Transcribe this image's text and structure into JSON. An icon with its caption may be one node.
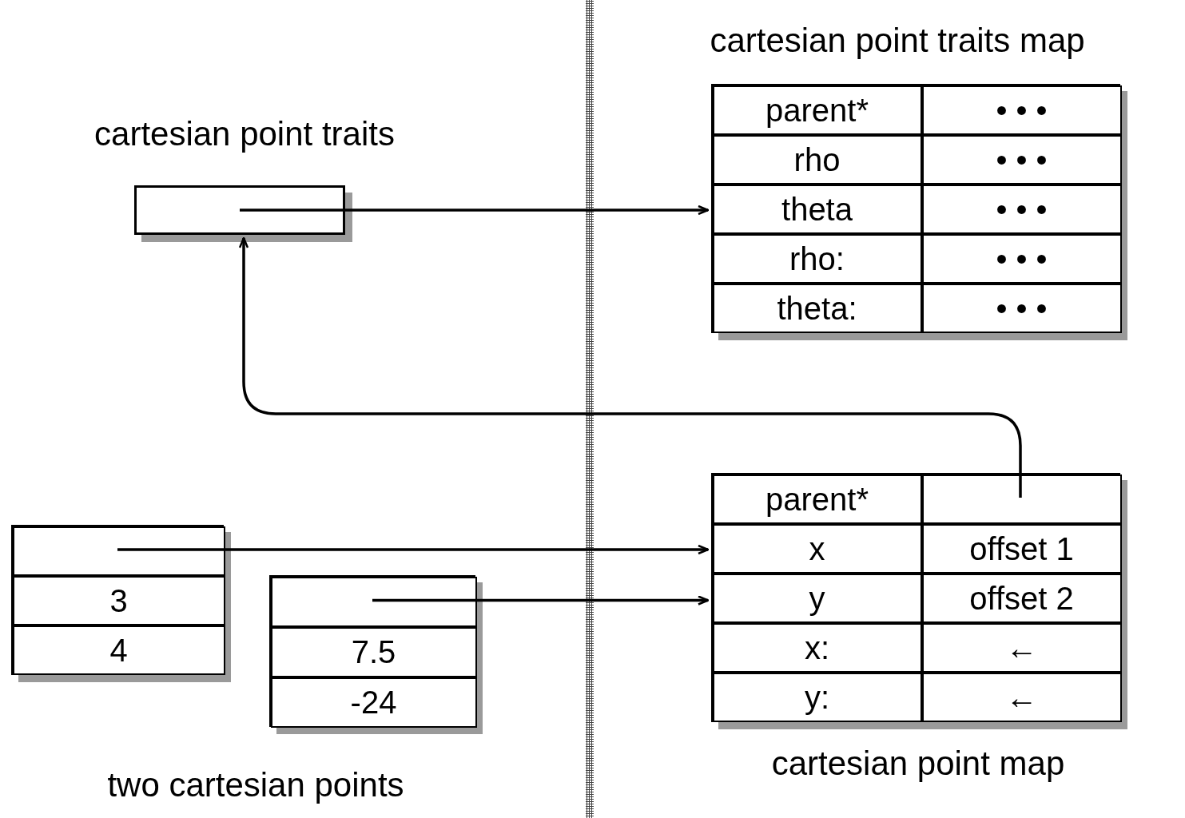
{
  "diagram": {
    "nodes": [
      {
        "text": [
          "cartesian point traits"
        ]
      },
      {
        "text": [
          "cartesian point traits map"
        ]
      },
      {
        "text": [
          "parent*"
        ],
        "in": 1
      },
      {
        "text": [
          "• • •"
        ],
        "in": 1
      },
      {
        "text": [
          "rho"
        ],
        "in": 1
      },
      {
        "text": [
          "• • •"
        ],
        "in": 1
      },
      {
        "text": [
          "theta"
        ],
        "in": 1
      },
      {
        "text": [
          "• • •"
        ],
        "in": 1
      },
      {
        "text": [
          "rho:"
        ],
        "in": 1
      },
      {
        "text": [
          "• • •"
        ],
        "in": 1
      },
      {
        "text": [
          "theta:"
        ],
        "in": 1
      },
      {
        "text": [
          "• • •"
        ],
        "in": 1
      },
      {
        "text": [
          "cartesian point map"
        ]
      },
      {
        "text": [
          "parent*"
        ],
        "in": 12
      },
      {
        "text": [],
        "shape": "box",
        "in": 12
      },
      {
        "text": [
          "x"
        ],
        "in": 12
      },
      {
        "text": [
          "offset 1"
        ],
        "in": 12
      },
      {
        "text": [
          "y"
        ],
        "in": 12
      },
      {
        "text": [
          "offset 2"
        ],
        "in": 12
      },
      {
        "text": [
          "x:"
        ],
        "in": 12
      },
      {
        "text": [
          "←"
        ],
        "in": 12
      },
      {
        "text": [
          "y:"
        ],
        "in": 12
      },
      {
        "text": [
          "←"
        ],
        "in": 12
      },
      {
        "text": [],
        "shape": "box"
      },
      {
        "text": [],
        "shape": "box",
        "in": 23
      },
      {
        "text": [
          "3"
        ],
        "in": 23
      },
      {
        "text": [
          "4"
        ],
        "in": 23
      },
      {
        "text": [],
        "shape": "box"
      },
      {
        "text": [],
        "shape": "box",
        "in": 27
      },
      {
        "text": [
          "7.5"
        ],
        "in": 27
      },
      {
        "text": [
          "-24"
        ],
        "in": 27
      }
    ],
    "edges": [
      {
        "from": 0,
        "to": 1,
        "arrow": "to"
      },
      {
        "from": 14,
        "to": 0,
        "arrow": "to"
      },
      {
        "from": 24,
        "to": 12,
        "arrow": "to"
      },
      {
        "from": 28,
        "to": 12,
        "arrow": "to"
      }
    ],
    "labels": [
      "two cartesian points"
    ]
  }
}
